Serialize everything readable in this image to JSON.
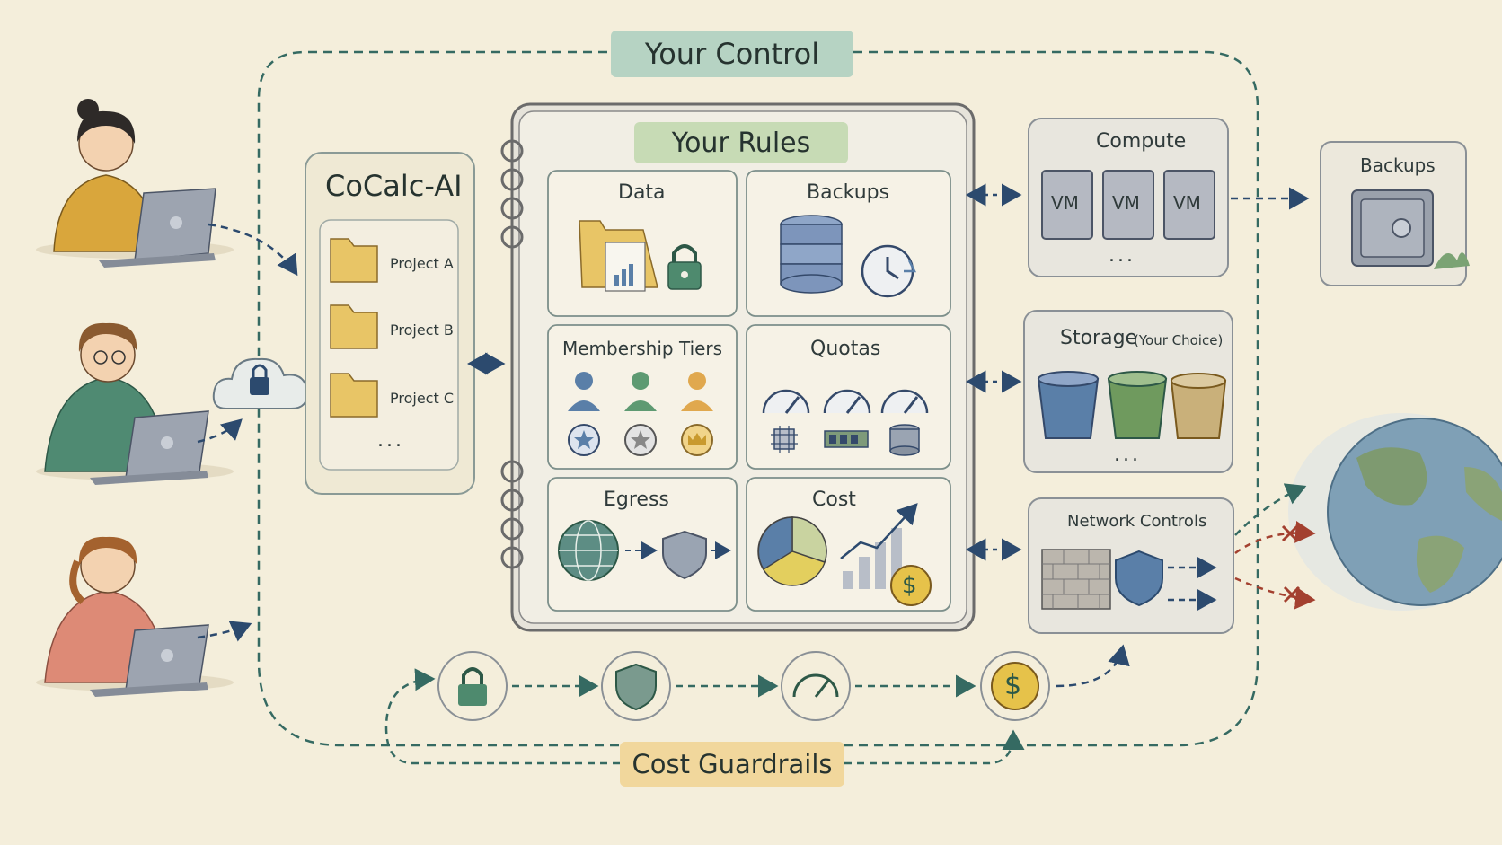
{
  "header": {
    "title": "Your Control"
  },
  "cocalc": {
    "title": "CoCalc-AI",
    "projects": [
      "Project A",
      "Project B",
      "Project C"
    ],
    "more": "..."
  },
  "rules": {
    "title": "Your Rules",
    "cards": {
      "data": "Data",
      "backups": "Backups",
      "membership": "Membership Tiers",
      "quotas": "Quotas",
      "egress": "Egress",
      "cost": "Cost"
    }
  },
  "compute": {
    "title": "Compute",
    "vms": [
      "VM",
      "VM",
      "VM"
    ],
    "more": "..."
  },
  "storage": {
    "title": "Storage",
    "subtitle": "(Your Choice)",
    "more": "..."
  },
  "network": {
    "title": "Network Controls"
  },
  "backups_store": {
    "title": "Backups"
  },
  "footer": {
    "title": "Cost Guardrails"
  },
  "colors": {
    "background": "#f4eedb",
    "teal_banner": "#b6d3c3",
    "gold_banner": "#f1d79c",
    "arrow_blue": "#2c4a6e",
    "arrow_red": "#a3402f",
    "line_green": "#356a62"
  }
}
